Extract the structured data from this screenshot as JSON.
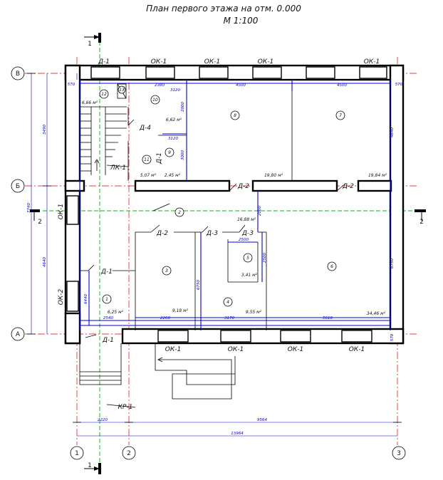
{
  "title": {
    "line1": "План первого этажа на отм. 0.000",
    "line2": "М 1:100"
  },
  "axes": {
    "rows": [
      "В",
      "Б",
      "А"
    ],
    "cols": [
      "1",
      "2",
      "3"
    ]
  },
  "sections": {
    "top": "1",
    "bottom": "1",
    "left": "2",
    "right": "2"
  },
  "windows": {
    "top": [
      "Д-1",
      "ОК-1",
      "ОК-1",
      "ОК-1",
      "ОК-1"
    ],
    "bottom": [
      "ОК-1",
      "ОК-1",
      "ОК-1",
      "ОК-1"
    ],
    "left": [
      "ОК-1",
      "ОК-2"
    ]
  },
  "doors": [
    "Д-4",
    "Д-1",
    "Д-2",
    "Д-3",
    "Д-3",
    "Д-2",
    "Д-2",
    "Д-1",
    "Д-1"
  ],
  "elements": {
    "stair": "ЛК-1",
    "porch": "КР-1"
  },
  "rooms": [
    {
      "no": "1",
      "area": "6,25 м²"
    },
    {
      "no": "2",
      "area": ""
    },
    {
      "no": "3",
      "area": "9,18 м²"
    },
    {
      "no": "4",
      "area": "9,55 м²"
    },
    {
      "no": "5",
      "area": "3,41 м²"
    },
    {
      "no": "6",
      "area": "34,46 м²"
    },
    {
      "no": "7",
      "area": "19,84 м²"
    },
    {
      "no": "8",
      "area": "19,80 м²"
    },
    {
      "no": "9",
      "area": "2,45 м²"
    },
    {
      "no": "10",
      "area": "6,62 м²"
    },
    {
      "no": "11",
      "area": "5,07 м²"
    },
    {
      "no": "12",
      "area": "6,66 м²"
    },
    {
      "no": "13",
      "area": ""
    }
  ],
  "extra_areas": [
    "16,88 м²"
  ],
  "dimensions": {
    "top_row": [
      "570",
      "2380",
      "4500",
      "4500",
      "570"
    ],
    "bottom_row": [
      "2540",
      "2260",
      "3170",
      "5610"
    ],
    "overall_bottom": [
      "2220",
      "9564"
    ],
    "overall_total": "13964",
    "left_outer": "7740",
    "left_parts": [
      "3490",
      "4640"
    ],
    "inner": [
      "2000",
      "3000",
      "3120",
      "2000",
      "2500",
      "2500",
      "6750",
      "6750",
      "4640",
      "6440",
      "570",
      "3120"
    ]
  }
}
